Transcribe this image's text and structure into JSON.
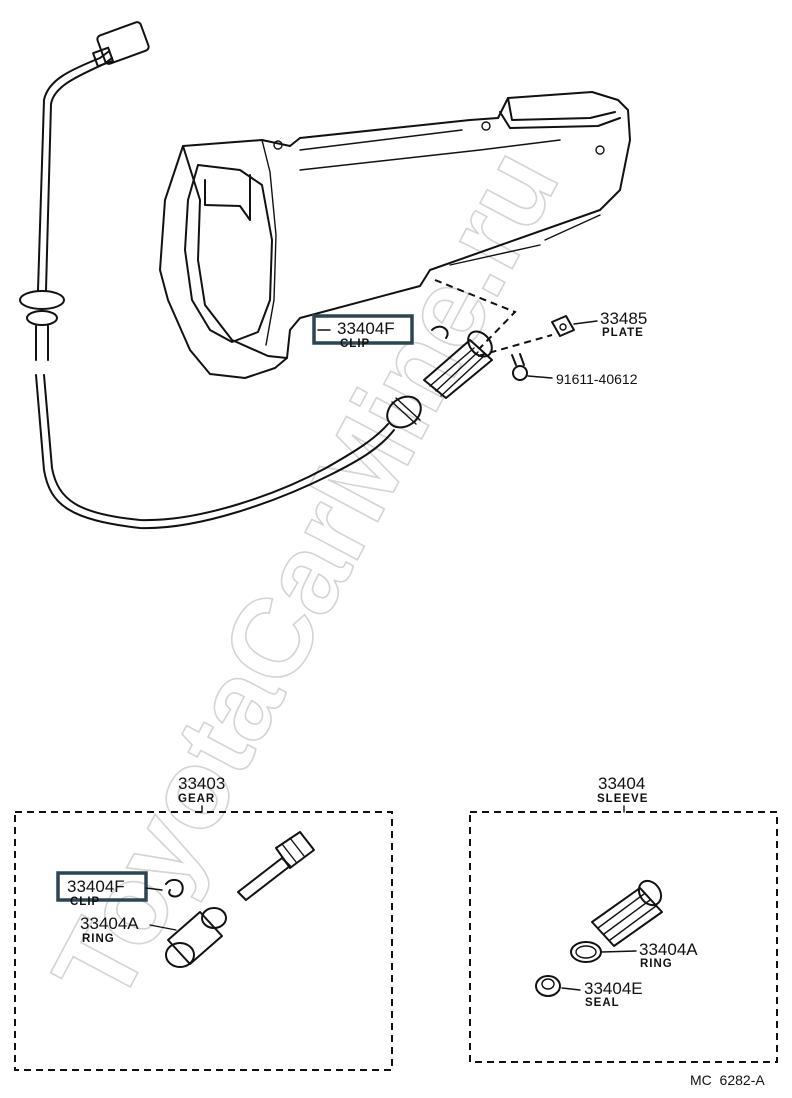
{
  "watermark": "ToyotaCarMine.ru",
  "footer_code": "MC  6282-A",
  "callouts": {
    "clip_top": {
      "number": "33404F",
      "name": "CLIP"
    },
    "plate": {
      "number": "33485",
      "name": "PLATE"
    },
    "bolt": {
      "number": "91611-40612"
    },
    "gear": {
      "number": "33403",
      "name": "GEAR"
    },
    "clip_left": {
      "number": "33404F",
      "name": "CLIP"
    },
    "ring_left": {
      "number": "33404A",
      "name": "RING"
    },
    "sleeve": {
      "number": "33404",
      "name": "SLEEVE"
    },
    "ring_right": {
      "number": "33404A",
      "name": "RING"
    },
    "seal": {
      "number": "33404E",
      "name": "SEAL"
    }
  }
}
